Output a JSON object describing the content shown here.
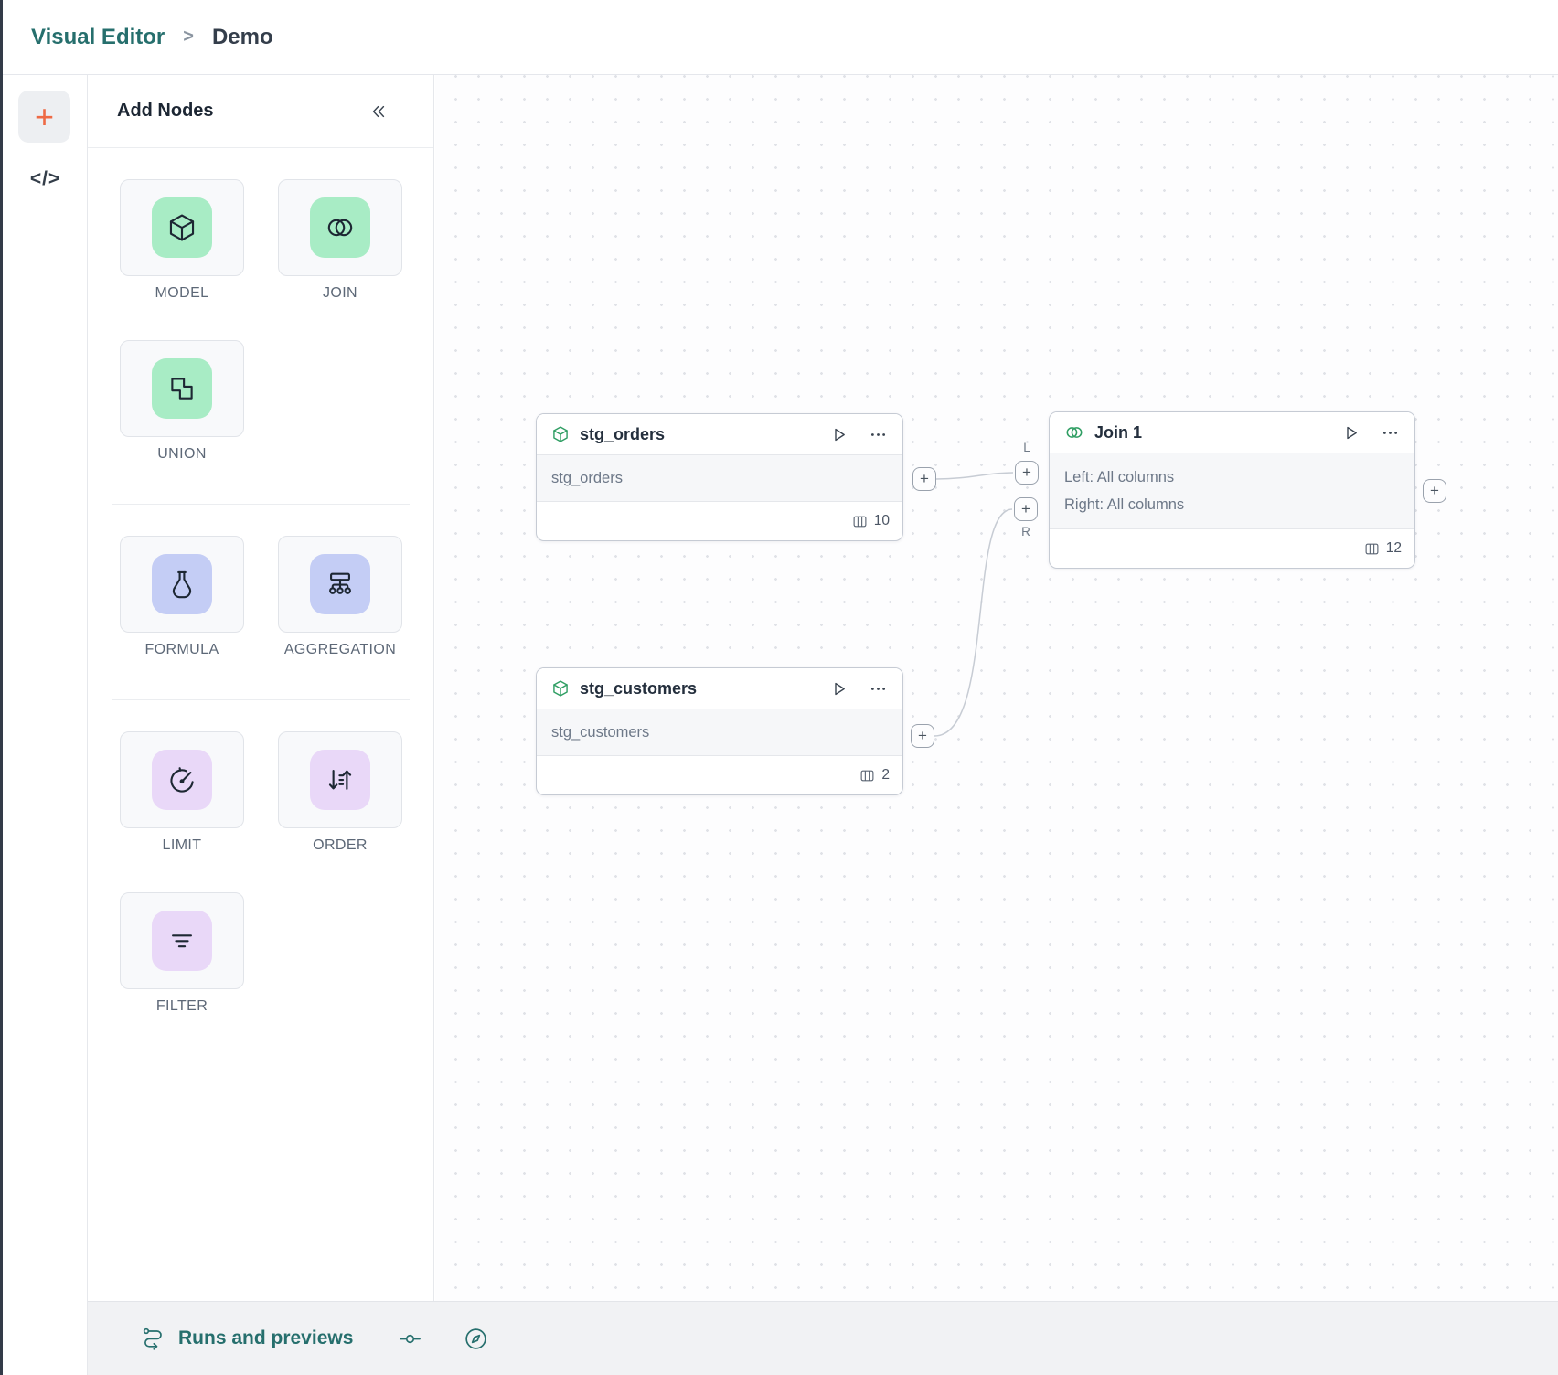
{
  "colors": {
    "brand_teal": "#266f6d",
    "accent_orange": "#ee6a45",
    "node_icon_green": "#2f9e63",
    "tile_green": "#a8ecc5",
    "tile_periwinkle": "#c4cdf5",
    "tile_lavender": "#e9d8f8"
  },
  "header": {
    "breadcrumb_root": "Visual Editor",
    "breadcrumb_separator": ">",
    "breadcrumb_current": "Demo"
  },
  "rail": {
    "add_label": "+",
    "code_label": "</>"
  },
  "panel": {
    "title": "Add Nodes",
    "groups": [
      {
        "items": [
          {
            "label": "MODEL"
          },
          {
            "label": "JOIN"
          },
          {
            "label": "UNION"
          }
        ]
      },
      {
        "items": [
          {
            "label": "FORMULA"
          },
          {
            "label": "AGGREGATION"
          }
        ]
      },
      {
        "items": [
          {
            "label": "LIMIT"
          },
          {
            "label": "ORDER"
          },
          {
            "label": "FILTER"
          }
        ]
      }
    ]
  },
  "canvas": {
    "nodes": [
      {
        "title": "stg_orders",
        "source": "stg_orders",
        "column_count": "10"
      },
      {
        "title": "stg_customers",
        "source": "stg_customers",
        "column_count": "2"
      },
      {
        "title": "Join 1",
        "body_left": "Left: All columns",
        "body_right": "Right: All columns",
        "column_count": "12"
      }
    ],
    "ports": {
      "plus": "+",
      "left_label": "L",
      "right_label": "R"
    }
  },
  "footer": {
    "runs_label": "Runs and previews"
  }
}
